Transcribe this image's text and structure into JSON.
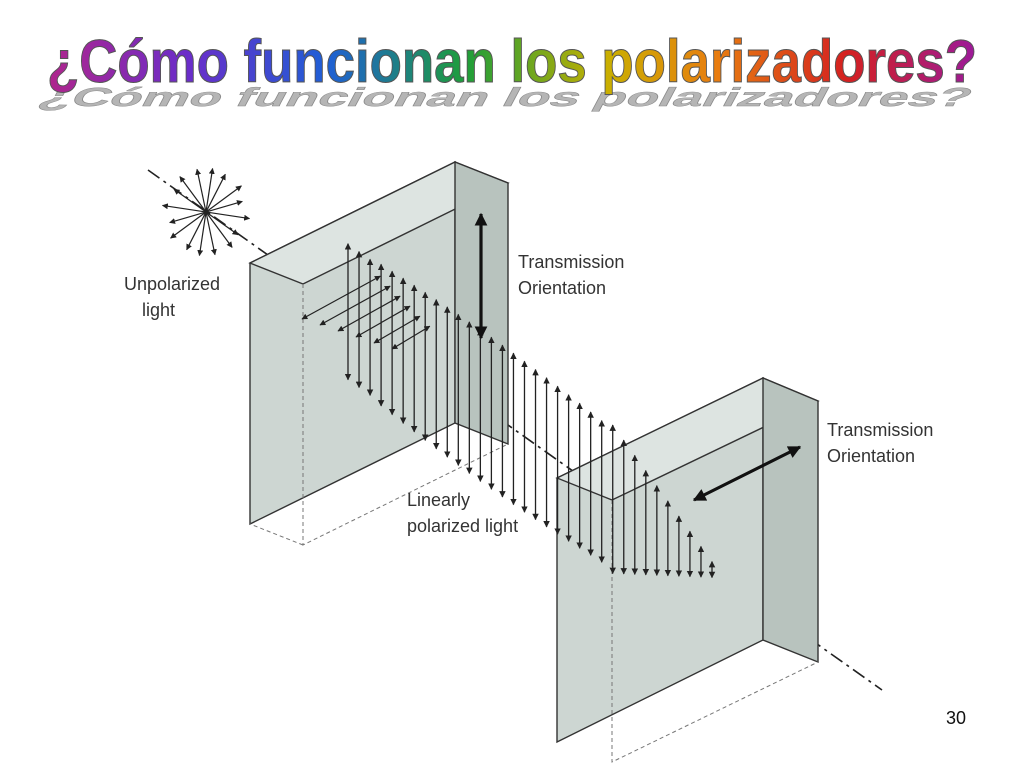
{
  "slide": {
    "title": "¿Cómo funcionan los polarizadores?",
    "page_number": "30"
  },
  "diagram": {
    "labels": {
      "unpolarized": [
        "Unpolarized",
        "light"
      ],
      "transmission_1": [
        "Transmission",
        "Orientation"
      ],
      "transmission_2": [
        "Transmission",
        "Orientation"
      ],
      "linearly_polarized": [
        "Linearly",
        "polarized light"
      ]
    }
  },
  "colors": {
    "title_gradient": [
      "#b0268c",
      "#6b2cc9",
      "#1f5fd6",
      "#1e9e3a",
      "#c9b000",
      "#e87d10",
      "#d42020",
      "#9b1a9b"
    ],
    "title_shadow": "#9a9a9a",
    "filter_front": "#cdd6d2",
    "filter_top": "#dde4e1",
    "filter_side": "#b8c3be",
    "line": "#222222"
  }
}
